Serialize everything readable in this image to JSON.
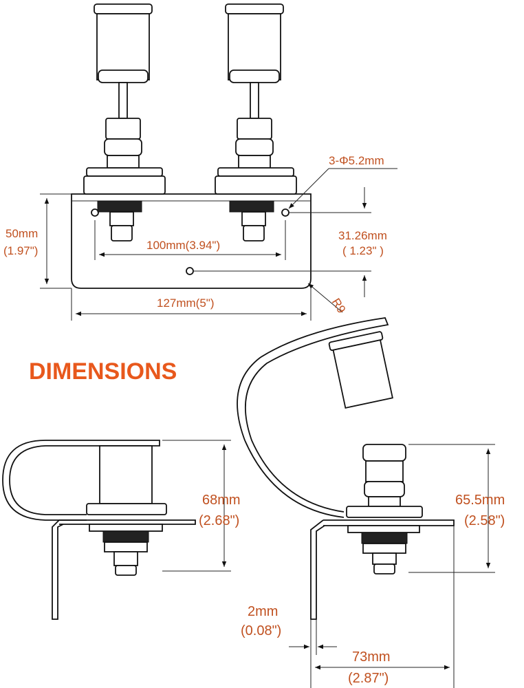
{
  "title": "DIMENSIONS",
  "top_view": {
    "hole_spec": "3-Φ5.2mm",
    "height_mm": "50mm",
    "height_in": "(1.97\")",
    "spacing": "100mm(3.94\")",
    "hole_offset_mm": "31.26mm",
    "hole_offset_in": "( 1.23\" )",
    "width": "127mm(5\")",
    "radius": "R9"
  },
  "side_left": {
    "height_mm": "68mm",
    "height_in": "(2.68\")"
  },
  "side_right": {
    "height_mm": "65.5mm",
    "height_in": "(2.58\")",
    "thickness_mm": "2mm",
    "thickness_in": "(0.08\")",
    "depth_mm": "73mm",
    "depth_in": "(2.87\")"
  },
  "colors": {
    "dimension_text": "#c0501f",
    "title_text": "#e8581c",
    "line": "#111111"
  }
}
